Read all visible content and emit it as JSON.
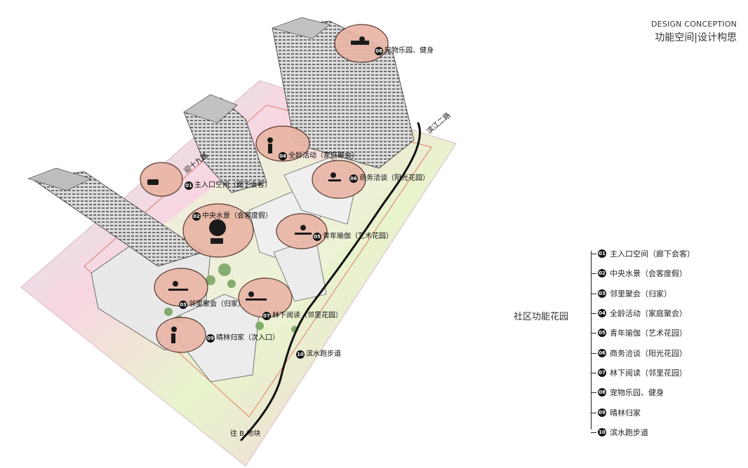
{
  "header": {
    "title_en": "DESIGN CONCEPTION",
    "title_zh": "功能空间|设计构思"
  },
  "roads": {
    "road_north": "迎十九路",
    "road_east": "滨江二路",
    "to_b": "往 B 地块"
  },
  "callouts": [
    {
      "num": "01",
      "text": "主入口空间（廊下会客）"
    },
    {
      "num": "02",
      "text": "中央水景（会客度假）"
    },
    {
      "num": "03",
      "text": "邻里聚会（归家）"
    },
    {
      "num": "04",
      "text": "全龄活动（家庭聚会）"
    },
    {
      "num": "05",
      "text": "青年瑜伽（艺术花园）"
    },
    {
      "num": "06",
      "text": "商务洽谈（阳光花园）"
    },
    {
      "num": "07",
      "text": "林下阅读（邻里花园）"
    },
    {
      "num": "08",
      "text": "宠物乐园、健身"
    },
    {
      "num": "09",
      "text": "晴林归家（次入口）"
    },
    {
      "num": "10",
      "text": "滨水跑步道"
    }
  ],
  "area_title": "社区功能花园",
  "legend": [
    {
      "num": "01",
      "text": "主入口空间（廊下会客）"
    },
    {
      "num": "02",
      "text": "中央水景（会客度假）"
    },
    {
      "num": "03",
      "text": "邻里聚会（归家）"
    },
    {
      "num": "04",
      "text": "全龄活动（家庭聚会）"
    },
    {
      "num": "05",
      "text": "青年瑜伽（艺术花园）"
    },
    {
      "num": "06",
      "text": "商务洽谈（阳光花园）"
    },
    {
      "num": "07",
      "text": "林下阅读（邻里花园）"
    },
    {
      "num": "08",
      "text": "宠物乐园、健身"
    },
    {
      "num": "09",
      "text": "晴林归家"
    },
    {
      "num": "10",
      "text": "滨水跑步道"
    }
  ],
  "colors": {
    "bubble_fill": "#e9b6a6",
    "bubble_stroke": "#4a2a20",
    "route": "#111111",
    "site_pink": "#f4c9d6",
    "site_cyan": "#bfeaf0"
  }
}
